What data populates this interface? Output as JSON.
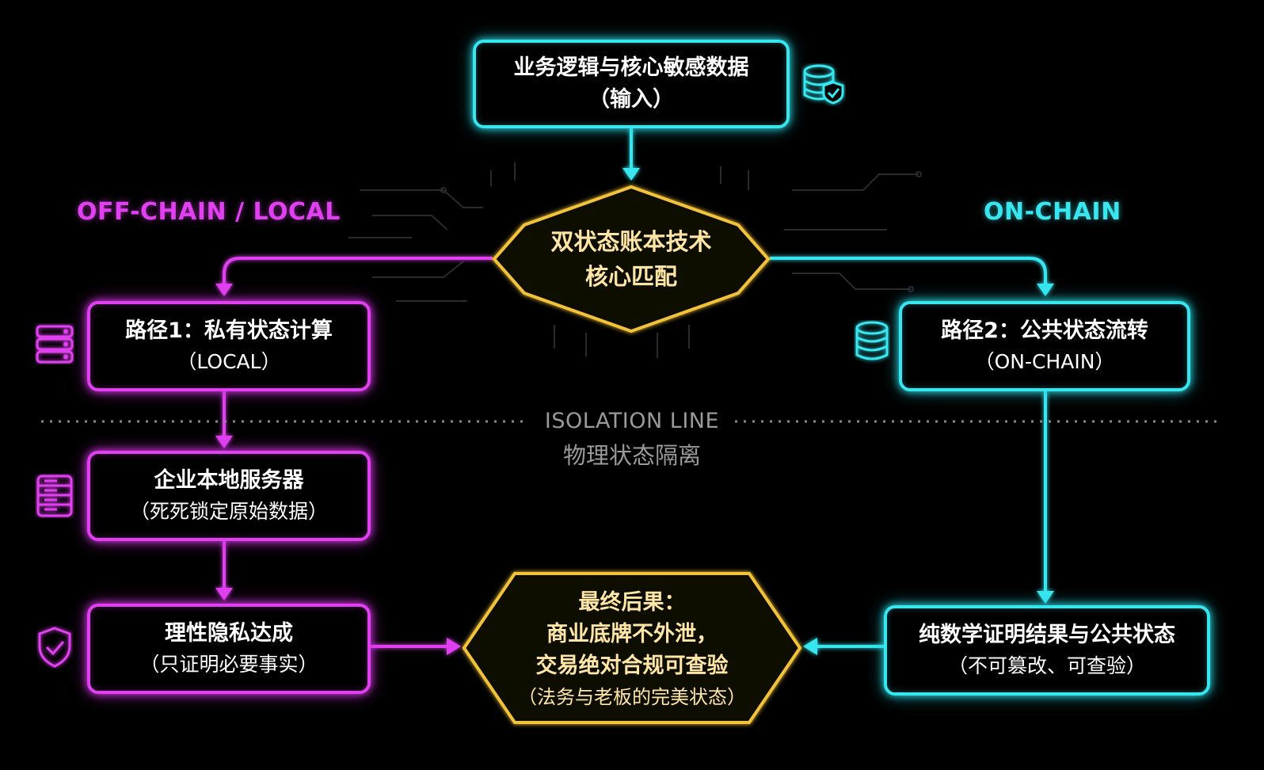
{
  "input_box": {
    "line1": "业务逻辑与核心敏感数据",
    "line2": "（输入）"
  },
  "core_hex": {
    "line1": "双状态账本技术",
    "line2": "核心匹配"
  },
  "labels": {
    "offchain": "OFF-CHAIN / LOCAL",
    "onchain": "ON-CHAIN"
  },
  "path1": {
    "line1": "路径1：私有状态计算",
    "line2": "（LOCAL）"
  },
  "path2": {
    "line1": "路径2：公共状态流转",
    "line2": "（ON-CHAIN）"
  },
  "isolation": {
    "line1": "ISOLATION LINE",
    "line2": "物理状态隔离"
  },
  "server_box": {
    "line1": "企业本地服务器",
    "line2": "（死死锁定原始数据）"
  },
  "privacy_box": {
    "line1": "理性隐私达成",
    "line2": "（只证明必要事实）"
  },
  "proof_box": {
    "line1": "纯数学证明结果与公共状态",
    "line2": "（不可篡改、可查验）"
  },
  "result_hex": {
    "line1": "最终后果：",
    "line2": "商业底牌不外泄，",
    "line3": "交易绝对合规可查验",
    "line4": "（法务与老板的完美状态）"
  },
  "icons": [
    "database-shield-icon",
    "server-icon",
    "database-icon",
    "server-rack-icon",
    "shield-check-icon"
  ],
  "colors": {
    "cyan": "#37e6ef",
    "magenta": "#e040f0",
    "gold": "#f2c23a",
    "background": "#000000"
  }
}
